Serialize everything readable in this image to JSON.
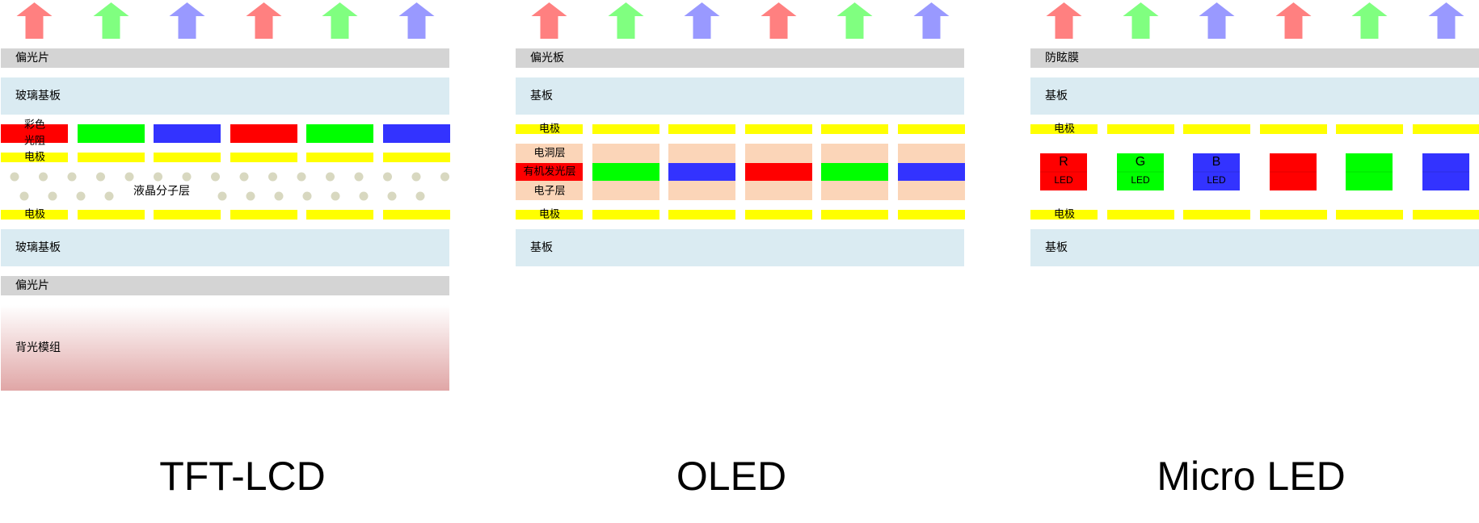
{
  "colors": {
    "red": "#ff0000",
    "green": "#00ff00",
    "blue": "#3333ff",
    "electrode": "#ffff00",
    "polarizer": "#d4d4d4",
    "glass": "#daebf2",
    "oled_layer": "#fbd5b8",
    "lc_dot": "#d8d8c0",
    "arrow_red": "#ff8080",
    "arrow_green": "#80ff80",
    "arrow_blue": "#9999ff",
    "backlight_top": "#ffffff",
    "backlight_bottom": "#e0a6a6"
  },
  "arrow_sequence": [
    "red",
    "green",
    "blue",
    "red",
    "green",
    "blue"
  ],
  "tft": {
    "caption": "TFT-LCD",
    "polarizer_top": "偏光片",
    "glass_top": "玻璃基板",
    "color_filter": "彩色光阻",
    "electrode_top": "电极",
    "liquid_crystal": "液晶分子层",
    "electrode_bottom": "电极",
    "glass_bottom": "玻璃基板",
    "polarizer_bottom": "偏光片",
    "backlight": "背光模组",
    "filter_colors": [
      "red",
      "green",
      "blue",
      "red",
      "green",
      "blue"
    ]
  },
  "oled": {
    "caption": "OLED",
    "polarizer": "偏光板",
    "substrate_top": "基板",
    "electrode_top": "电极",
    "hole_layer": "电洞层",
    "emissive_layer": "有机发光层",
    "electron_layer": "电子层",
    "electrode_bottom": "电极",
    "substrate_bottom": "基板",
    "emitter_colors": [
      "red",
      "green",
      "blue",
      "red",
      "green",
      "blue"
    ]
  },
  "micro": {
    "caption": "Micro LED",
    "film": "防眩膜",
    "substrate_top": "基板",
    "electrode_top": "电极",
    "electrode_bottom": "电极",
    "substrate_bottom": "基板",
    "led_colors": [
      "red",
      "green",
      "blue",
      "red",
      "green",
      "blue"
    ],
    "led_letters": [
      "R",
      "G",
      "B",
      "",
      "",
      ""
    ],
    "led_sublabel": "LED"
  }
}
